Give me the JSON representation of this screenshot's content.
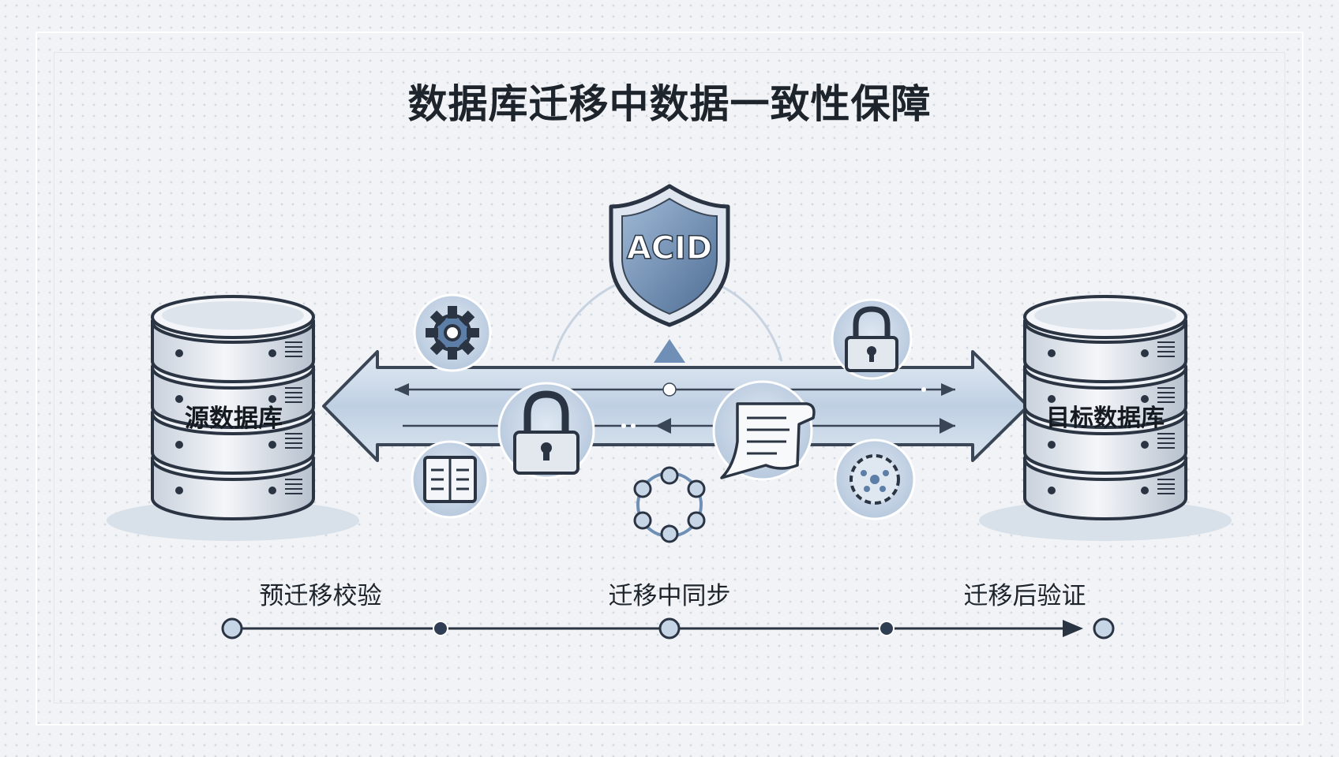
{
  "title": "数据库迁移中数据一致性保障",
  "source_db": {
    "label": "源数据库"
  },
  "target_db": {
    "label": "目标数据库"
  },
  "shield": {
    "label": "ACID"
  },
  "icons": [
    "gear-icon",
    "lock-icon",
    "book-icon",
    "document-scroll-icon",
    "network-ring-icon",
    "cluster-gear-icon"
  ],
  "stages": [
    "预迁移校验",
    "迁移中同步",
    "迁移后验证"
  ],
  "colors": {
    "accent": "#6f8fb6",
    "dark": "#2a3442",
    "arrow_fill": "#cbd9e8",
    "db_fill": "#e9edf2"
  }
}
